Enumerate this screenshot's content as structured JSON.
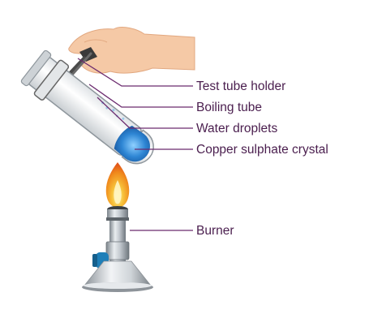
{
  "diagram": {
    "labels": {
      "test_tube_holder": "Test tube holder",
      "boiling_tube": "Boiling tube",
      "water_droplets": "Water droplets",
      "copper_sulphate_crystal": "Copper sulphate crystal",
      "burner": "Burner"
    },
    "colors": {
      "leader_line": "#6b2a6e",
      "label_text": "#4a1e4e",
      "crystal": "#2e86d4",
      "flame_outer": "#f08a1c",
      "flame_inner": "#f7c23a",
      "knob": "#1f7fb8",
      "skin": "#f5c9a6"
    },
    "icons": {
      "hand": "hand-icon",
      "holder": "test-tube-holder-icon",
      "tube": "boiling-tube-icon",
      "flame": "flame-icon",
      "burner": "bunsen-burner-icon"
    }
  }
}
